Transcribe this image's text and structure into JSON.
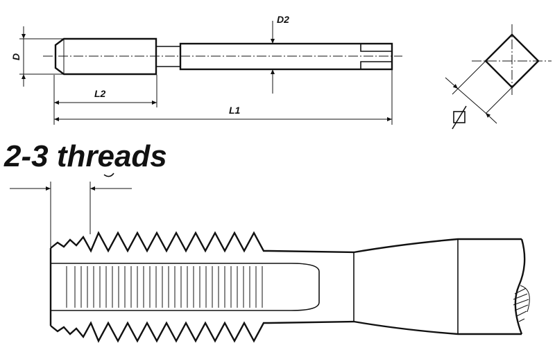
{
  "labels": {
    "d": "D",
    "d2": "D2",
    "l1": "L1",
    "l2": "L2",
    "threads": "2-3 threads"
  },
  "colors": {
    "ink": "#111111",
    "background": "#ffffff"
  }
}
